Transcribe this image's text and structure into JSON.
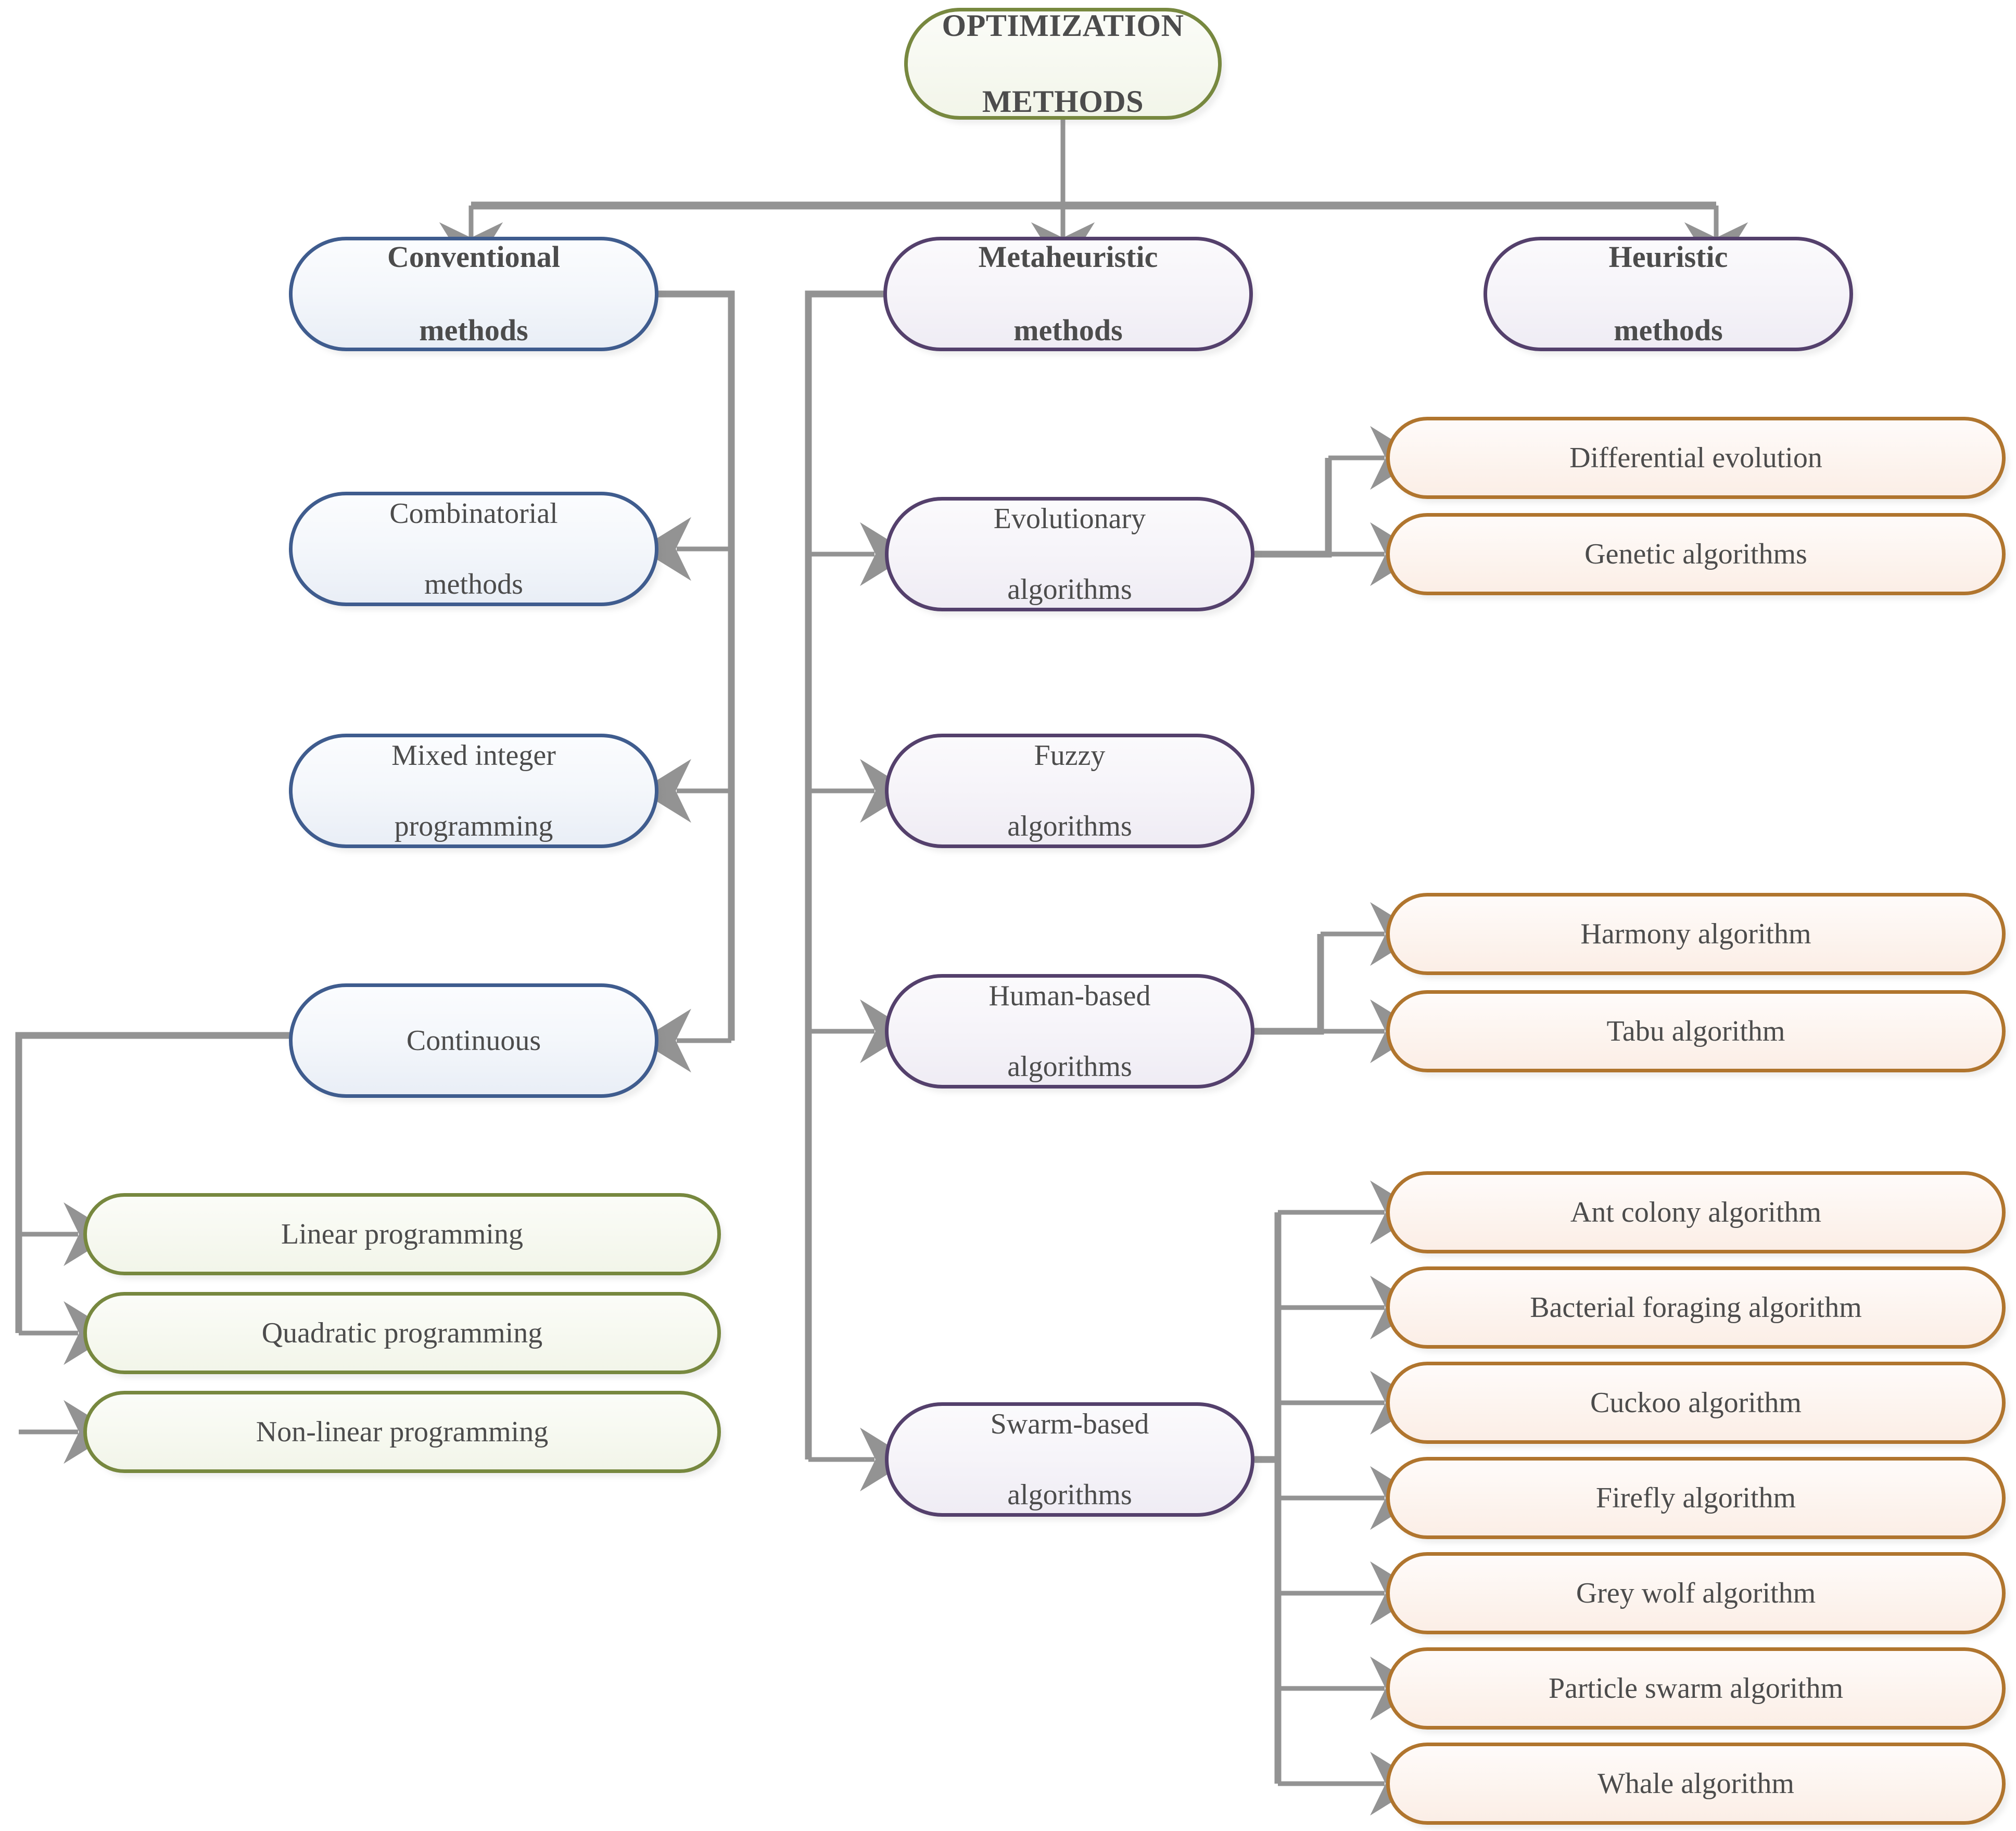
{
  "diagram": {
    "title": "Optimization methods taxonomy",
    "colors": {
      "green_border": "#77883f",
      "blue_border": "#3f5c8e",
      "purple_border": "#54406c",
      "orange_border": "#b0752e",
      "connector": "#939393",
      "text": "#4c4c4c"
    }
  },
  "root": {
    "line1": "OPTIMIZATION",
    "line2": "METHODS"
  },
  "branches": {
    "conventional": {
      "line1": "Conventional",
      "line2": "methods"
    },
    "metaheuristic": {
      "line1": "Metaheuristic",
      "line2": "methods"
    },
    "heuristic": {
      "line1": "Heuristic",
      "line2": "methods"
    }
  },
  "conventional_children": [
    {
      "line1": "Combinatorial",
      "line2": "methods"
    },
    {
      "line1": "Mixed integer",
      "line2": "programming"
    },
    {
      "line1": "Continuous",
      "line2": ""
    }
  ],
  "continuous_children": [
    {
      "label": "Linear programming"
    },
    {
      "label": "Quadratic programming"
    },
    {
      "label": "Non-linear programming"
    }
  ],
  "metaheuristic_children": [
    {
      "line1": "Evolutionary",
      "line2": "algorithms"
    },
    {
      "line1": "Fuzzy",
      "line2": "algorithms"
    },
    {
      "line1": "Human-based",
      "line2": "algorithms"
    },
    {
      "line1": "Swarm-based",
      "line2": "algorithms"
    }
  ],
  "evolutionary_children": [
    {
      "label": "Differential evolution"
    },
    {
      "label": "Genetic algorithms"
    }
  ],
  "human_based_children": [
    {
      "label": "Harmony algorithm"
    },
    {
      "label": "Tabu algorithm"
    }
  ],
  "swarm_based_children": [
    {
      "label": "Ant colony algorithm"
    },
    {
      "label": "Bacterial foraging algorithm"
    },
    {
      "label": "Cuckoo algorithm"
    },
    {
      "label": "Firefly algorithm"
    },
    {
      "label": "Grey wolf algorithm"
    },
    {
      "label": "Particle swarm algorithm"
    },
    {
      "label": "Whale algorithm"
    }
  ]
}
